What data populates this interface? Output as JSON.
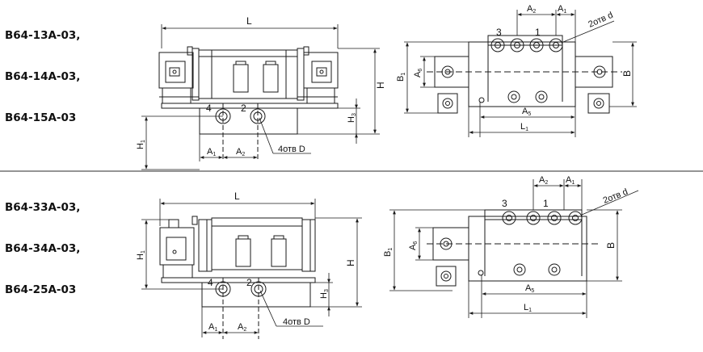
{
  "top_section": {
    "models": [
      "B64-13A-03,",
      "B64-14A-03,",
      "B64-15A-03"
    ]
  },
  "bottom_section": {
    "models": [
      "B64-33A-03,",
      "B64-34A-03,",
      "B64-25A-03"
    ]
  },
  "dimension_labels": {
    "L": "L",
    "H": "H",
    "H1": "H",
    "H1_sub": "1",
    "H3": "H",
    "H3_sub": "3",
    "A1": "A",
    "A1_sub": "1",
    "A2": "A",
    "A2_sub": "2",
    "A5": "A",
    "A5_sub": "5",
    "A6": "A",
    "A6_sub": "6",
    "B": "B",
    "B1": "B",
    "B1_sub": "1",
    "L1": "L",
    "L1_sub": "1"
  },
  "port_labels": {
    "p1": "1",
    "p2": "2",
    "p3": "3",
    "p4": "4"
  },
  "callouts": {
    "holes_D": "4отв D",
    "holes_d": "2отв d"
  },
  "colors": {
    "line": "#1a1a1a",
    "divider": "#555555",
    "background": "#ffffff"
  }
}
